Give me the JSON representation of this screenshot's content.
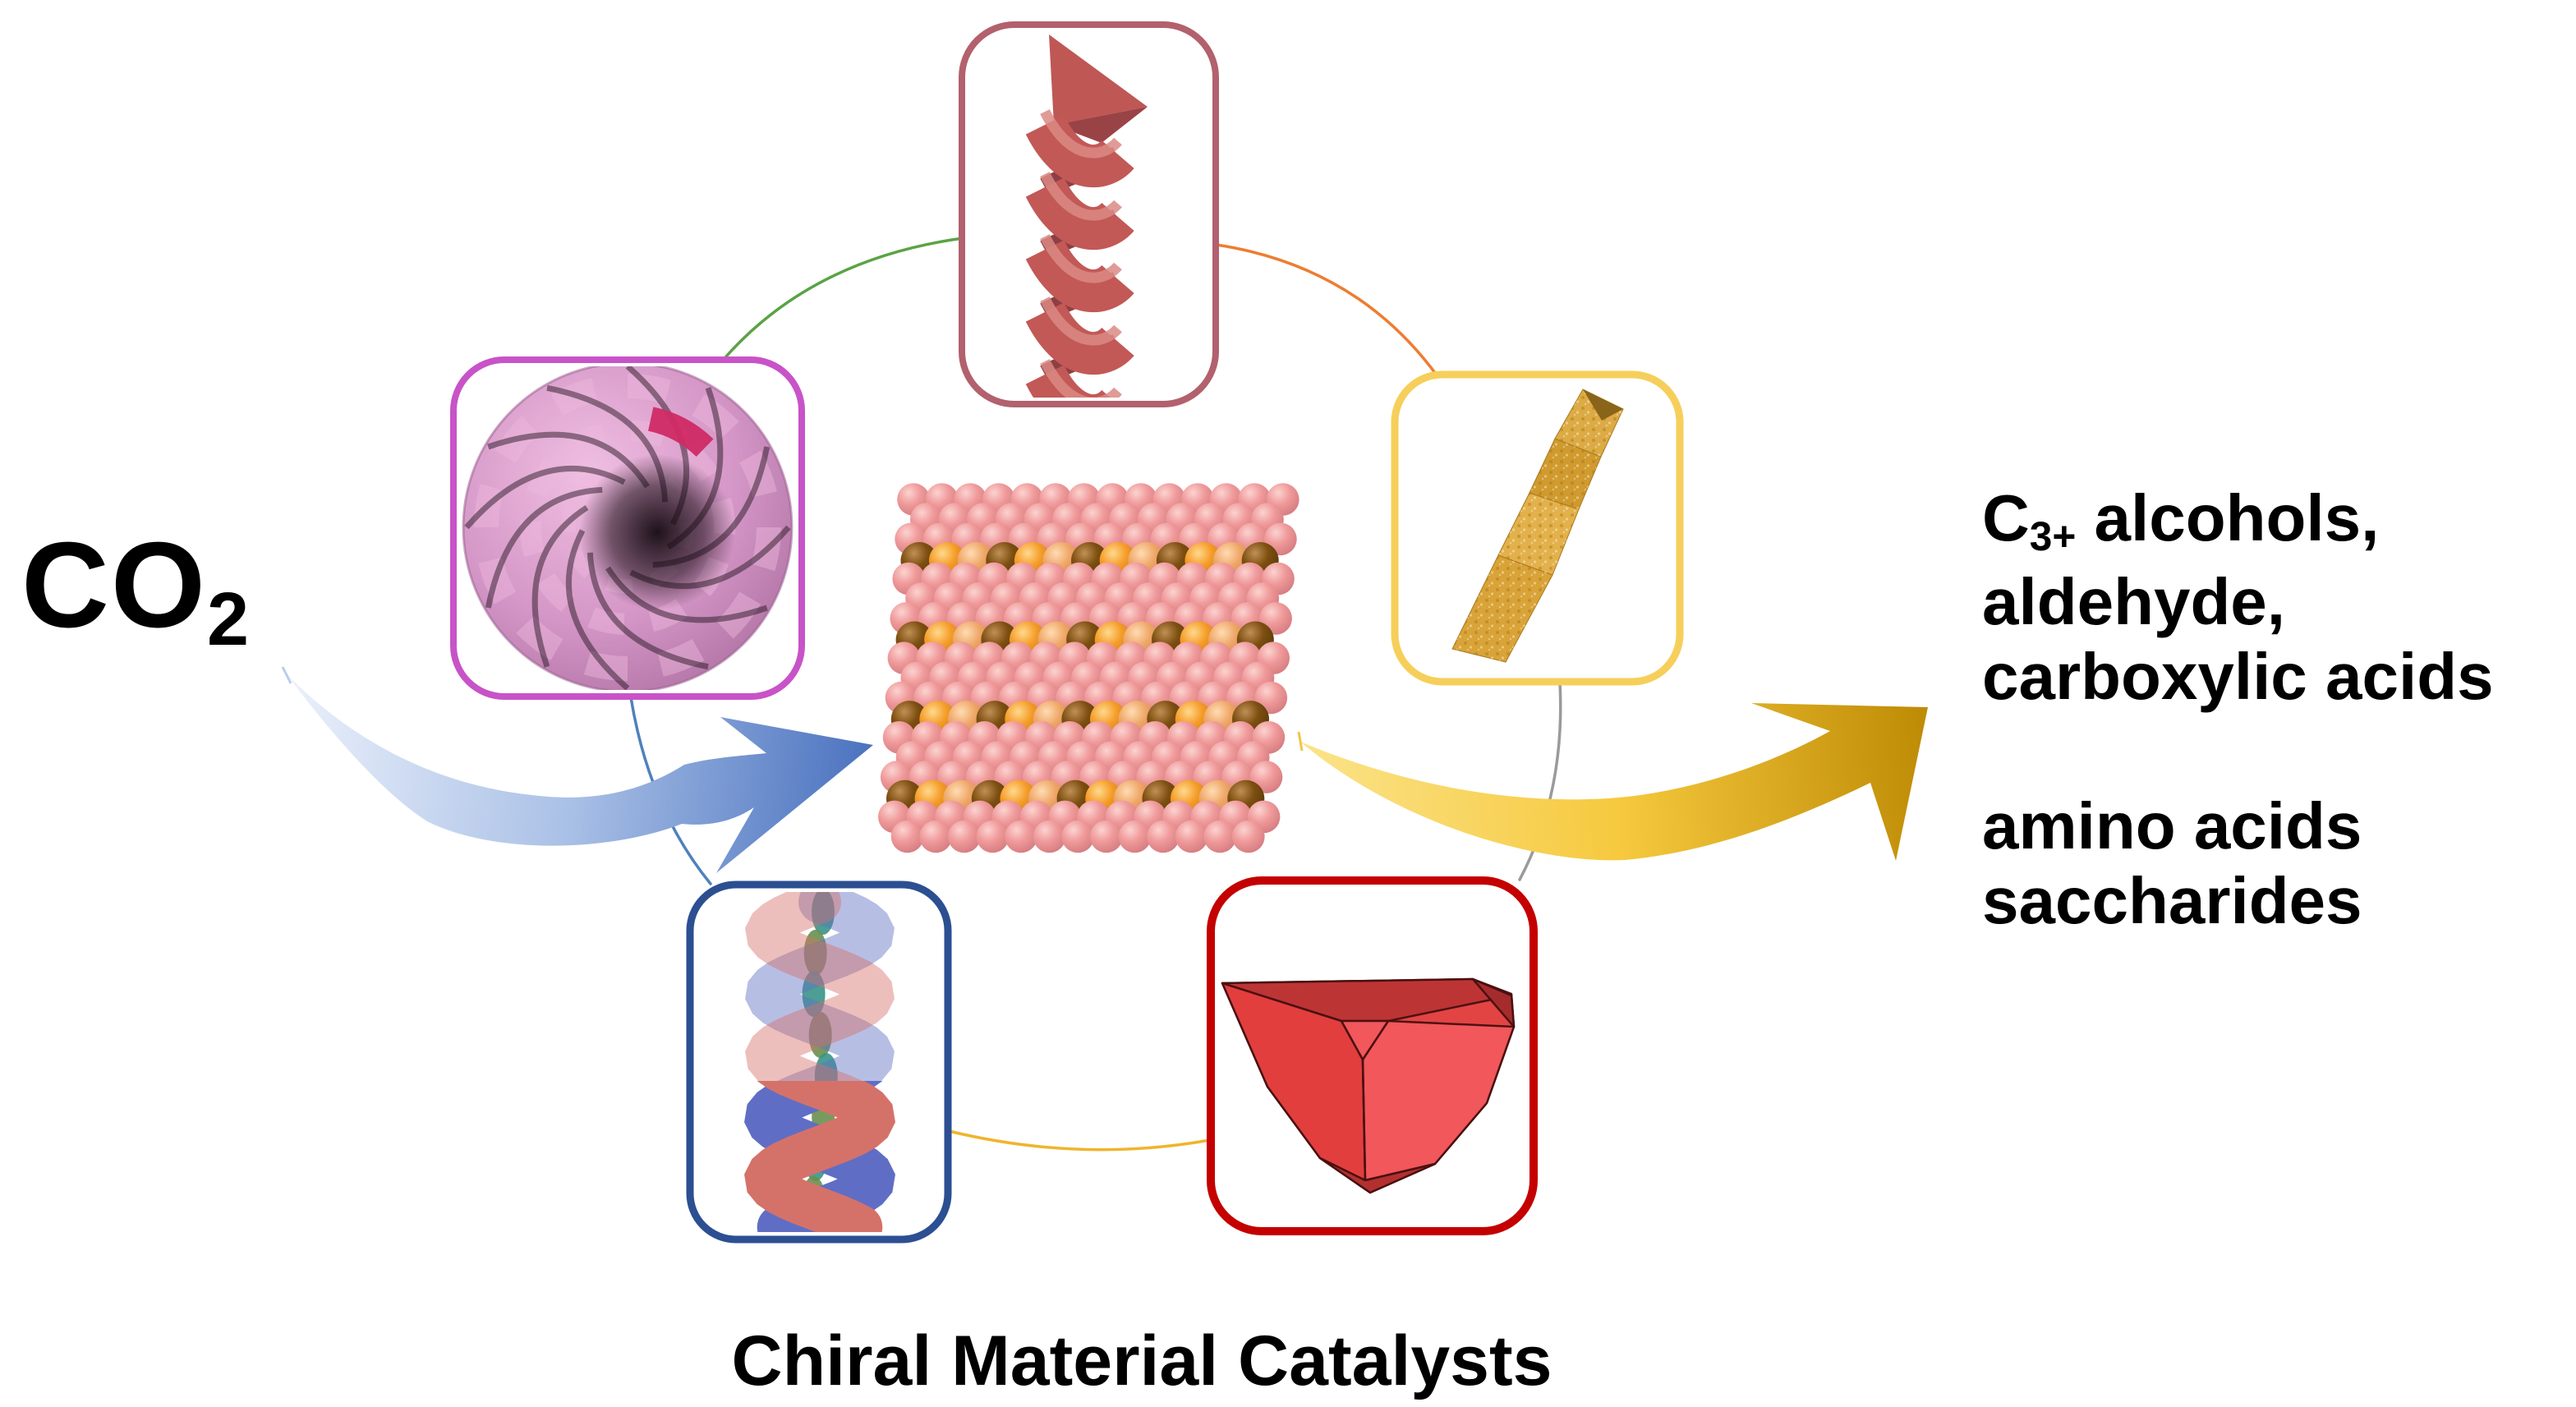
{
  "co2": {
    "main": "CO",
    "sub": "2"
  },
  "products": {
    "l1_pre": "C",
    "l1_sub": "3+",
    "l1_post": " alcohols,",
    "l2": "aldehyde,",
    "l3": "carboxylic acids",
    "l4": "amino acids",
    "l5": "saccharides"
  },
  "title": "Chiral Material Catalysts",
  "catalysts": [
    {
      "id": "helical-ribbon",
      "desc": "red helical ribbon nanostructure",
      "border_color": "#b2616d",
      "colors": {
        "face": "#c25956",
        "highlight": "#da8a84",
        "back": "#8e3f44",
        "flag": "#bf5755",
        "flag_shadow": "#9a4347"
      }
    },
    {
      "id": "spiral-nanoflower",
      "desc": "pink spiral nanoflower sphere",
      "border_color": "#c853c8",
      "colors": {
        "sphere_light": "#f0bfe2",
        "sphere_mid": "#d496c6",
        "sphere_deep": "#a86b9b",
        "blade": "#2a1825",
        "shingle": "#eeb8de",
        "crimson": "#d02a64",
        "cavity": "#150a11",
        "rim": "#9c5f92"
      }
    },
    {
      "id": "twisted-gold-nanowire",
      "desc": "gold twisted atomic ribbon",
      "border_color": "#f6cf5b",
      "colors": {
        "seg1": "#d9a338",
        "seg2": "#e3b14c",
        "seg3": "#d09a2e",
        "seg4": "#ddab45",
        "cap": "#8a6419",
        "dot": "#a87a1e",
        "speck": "#fff6d8"
      }
    },
    {
      "id": "double-helix-fiber",
      "desc": "blue and red double helix around green core",
      "border_color": "#2c4f92",
      "colors": {
        "strand_blue": "#5f6ec4",
        "strand_red": "#d4726a",
        "core_teal": "#3a9488",
        "core_green": "#6a8f4d"
      }
    },
    {
      "id": "chiral-polyhedron",
      "desc": "red chiral polyhedron crystal",
      "border_color": "#c40000",
      "colors": {
        "base": "#e23e3e",
        "top": "#bc3434",
        "bright": "#f2585c",
        "right_sliver": "#a52c2c",
        "bottom": "#b23030",
        "edge": "#4a1010"
      }
    }
  ],
  "center_lattice": {
    "desc": "catalyst surface slab of atoms",
    "rows": 18,
    "cols": 14,
    "special_rows": [
      3,
      7,
      11,
      15
    ],
    "special_cycle": [
      "brown",
      "orange",
      "peach"
    ],
    "sphere_colors": {
      "pink": [
        "#fbd3d0",
        "#f09a9b",
        "#d1787c"
      ],
      "orange": [
        "#ffd98e",
        "#f59d29",
        "#c97513"
      ],
      "peach": [
        "#ffdcb3",
        "#efa869",
        "#cc8348"
      ],
      "brown": [
        "#c09055",
        "#7d4f10",
        "#56370a"
      ]
    }
  },
  "arrows": {
    "input": {
      "name": "co2-to-catalyst-arrow",
      "gradient": [
        "#e9effa",
        "#a9c0e6",
        "#4d74c0"
      ],
      "tick": "#b9cdeb"
    },
    "output": {
      "name": "catalyst-to-products-arrow",
      "gradient": [
        "#fbe389",
        "#f6c93e",
        "#bf8c06"
      ],
      "tick": "#f0c64a"
    }
  },
  "connectors": [
    {
      "name": "flower-to-ribbon",
      "color": "#5aa345"
    },
    {
      "name": "ribbon-to-gold",
      "color": "#ed7d31"
    },
    {
      "name": "gold-to-polyhedron",
      "color": "#9a9a9a"
    },
    {
      "name": "polyhedron-to-dna",
      "color": "#f0b42d"
    },
    {
      "name": "dna-to-flower",
      "color": "#4f81bd"
    }
  ]
}
